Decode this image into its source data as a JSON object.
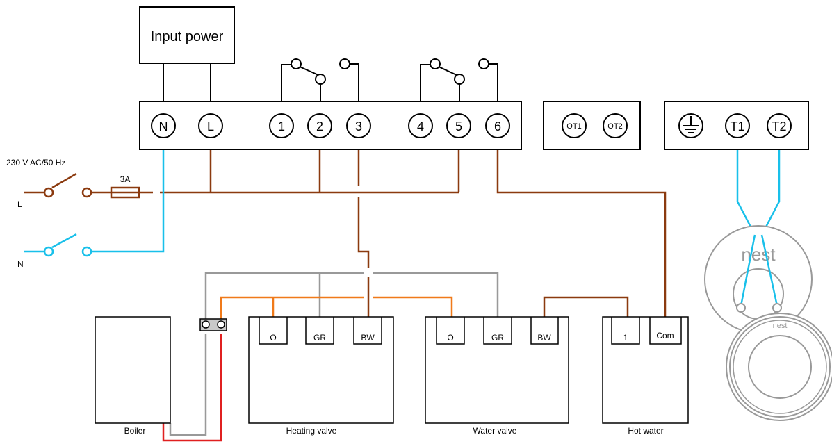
{
  "input_power": {
    "label": "Input power"
  },
  "supply": {
    "rating": "230 V AC/50 Hz",
    "fuse": "3A",
    "live_label": "L",
    "neutral_label": "N"
  },
  "terminals": {
    "n": "N",
    "l": "L",
    "t1": "1",
    "t2": "2",
    "t3": "3",
    "t4": "4",
    "t5": "5",
    "t6": "6"
  },
  "opentherm": {
    "ot1": "OT1",
    "ot2": "OT2"
  },
  "thermostat_terminals": {
    "t1": "T1",
    "t2": "T2"
  },
  "heating_valve": {
    "name": "Heating valve",
    "o": "O",
    "gr": "GR",
    "bw": "BW"
  },
  "water_valve": {
    "name": "Water valve",
    "o": "O",
    "gr": "GR",
    "bw": "BW"
  },
  "hot_water": {
    "name": "Hot water",
    "t1": "1",
    "com": "Com"
  },
  "boiler": {
    "name": "Boiler"
  },
  "nest": {
    "big_label": "nest",
    "small_label": "nest"
  },
  "colors": {
    "live": "#8B3A0F",
    "neutral": "#19C0EA",
    "grey": "#999999",
    "orange": "#F07A1A",
    "red": "#E02020"
  }
}
